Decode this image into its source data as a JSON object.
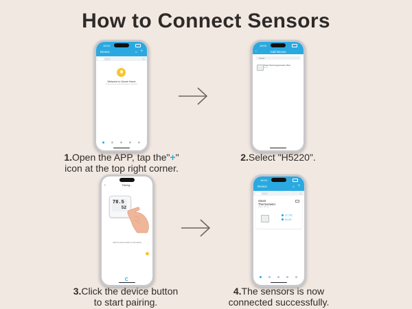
{
  "title": "How to Connect Sensors",
  "colors": {
    "background": "#f1e8e1",
    "accent": "#2aa9e0",
    "bulb": "#f7c531",
    "text": "#2f2b29"
  },
  "steps": [
    {
      "num": "1.",
      "text_before": "Open the APP, tap the\"",
      "plus": "+",
      "text_after": "\"",
      "line2": "icon at the top right corner.",
      "screen": {
        "time": "16:04",
        "header_title": "Device",
        "header_icons": [
          "add-device-icon",
          "plus-icon"
        ],
        "welcome": "Welcome to Govee Home",
        "welcome_sub": "No device found, tap the button below to add device",
        "bulb_icon": "bulb-icon"
      }
    },
    {
      "num": "2.",
      "text": "Select \"H5220\".",
      "screen": {
        "time": "16:04",
        "header_title": "Add Device",
        "search_placeholder": "H5220",
        "item_name": "Smart Thermo-Hygrometer 3 Plus",
        "item_model": "H5220"
      }
    },
    {
      "num": "3.",
      "text": "Click the device button",
      "line2": "to start pairing.",
      "screen": {
        "header_title": "Pairing...",
        "display_temp": "78.5",
        "display_hum": "52",
        "instruction": "Click the device button to start pairing"
      }
    },
    {
      "num": "4.",
      "text": "The sensors is now",
      "line2": "connected successfully.",
      "screen": {
        "time": "16:04",
        "header_title": "Device",
        "card_title": "Smart",
        "card_title2": "Thermometer",
        "card_sub": "H5220 · 8/11:00",
        "temp": "27.7℃",
        "humidity": "64.4%"
      }
    }
  ]
}
